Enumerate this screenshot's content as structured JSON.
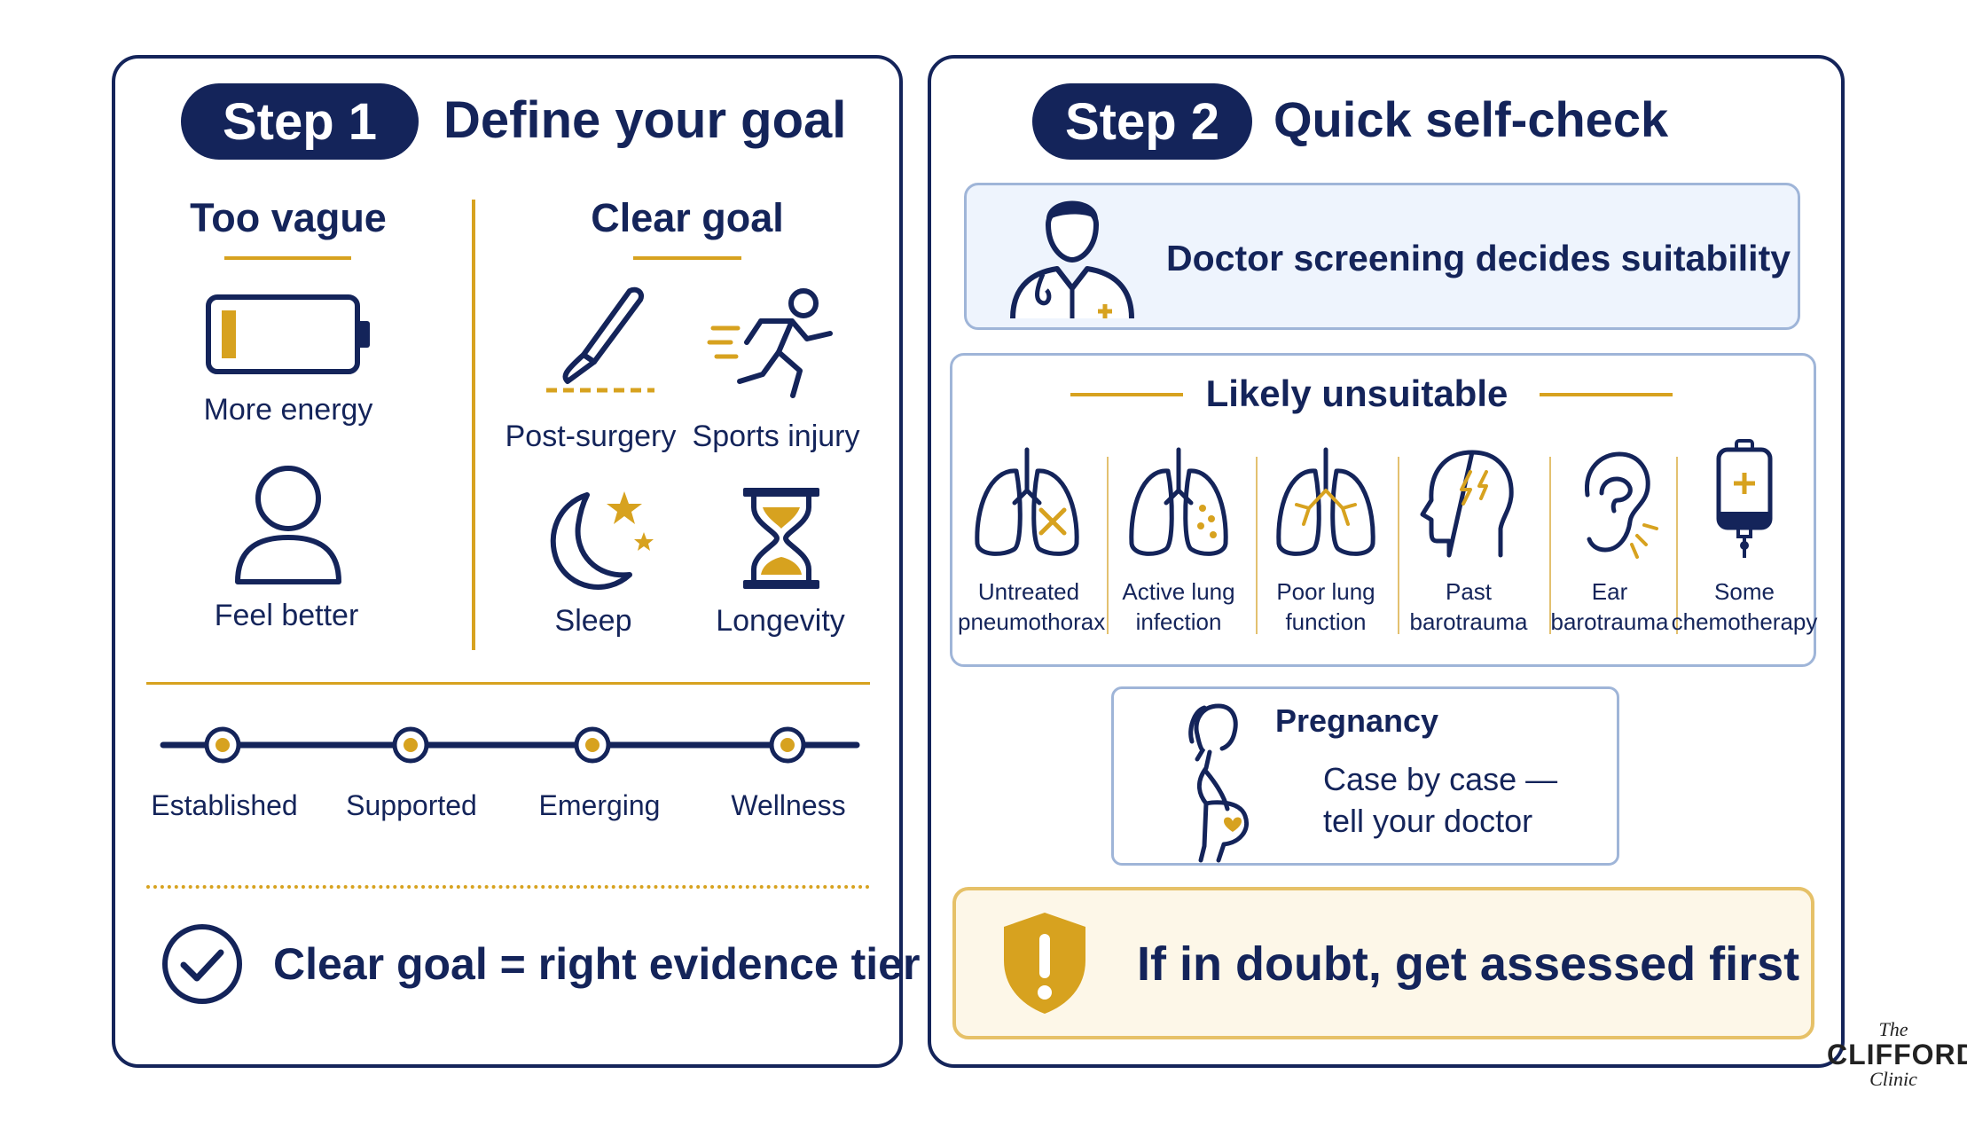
{
  "step1": {
    "pill": "Step 1",
    "title": "Define your goal",
    "vague_heading": "Too vague",
    "clear_heading": "Clear goal",
    "vague_items": [
      "More energy",
      "Feel better"
    ],
    "clear_items": [
      "Post-surgery",
      "Sports injury",
      "Sleep",
      "Longevity"
    ],
    "tiers": [
      "Established",
      "Supported",
      "Emerging",
      "Wellness"
    ],
    "conclusion": "Clear goal = right evidence tier"
  },
  "step2": {
    "pill": "Step 2",
    "title": "Quick self-check",
    "doctor_text": "Doctor screening decides suitability",
    "unsuitable_heading": "Likely unsuitable",
    "conditions": [
      {
        "line1": "Untreated",
        "line2": "pneumothorax",
        "icon": "lungs-x-icon"
      },
      {
        "line1": "Active lung",
        "line2": "infection",
        "icon": "lungs-infection-icon"
      },
      {
        "line1": "Poor lung",
        "line2": "function",
        "icon": "lungs-poor-icon"
      },
      {
        "line1": "Past",
        "line2": "barotrauma",
        "icon": "head-lightning-icon"
      },
      {
        "line1": "Ear",
        "line2": "barotrauma",
        "icon": "ear-icon"
      },
      {
        "line1": "Some",
        "line2": "chemotherapy",
        "icon": "iv-bag-icon"
      }
    ],
    "pregnancy_title": "Pregnancy",
    "pregnancy_line1": "Case by case —",
    "pregnancy_line2": "tell your doctor",
    "warning": "If in doubt, get assessed first"
  },
  "logo": {
    "the": "The",
    "name": "CLIFFORD",
    "clinic": "Clinic"
  },
  "colors": {
    "navy": "#14245a",
    "gold": "#d7a21f",
    "light_blue": "#eef4fd",
    "light_gold": "#fdf7e8"
  }
}
